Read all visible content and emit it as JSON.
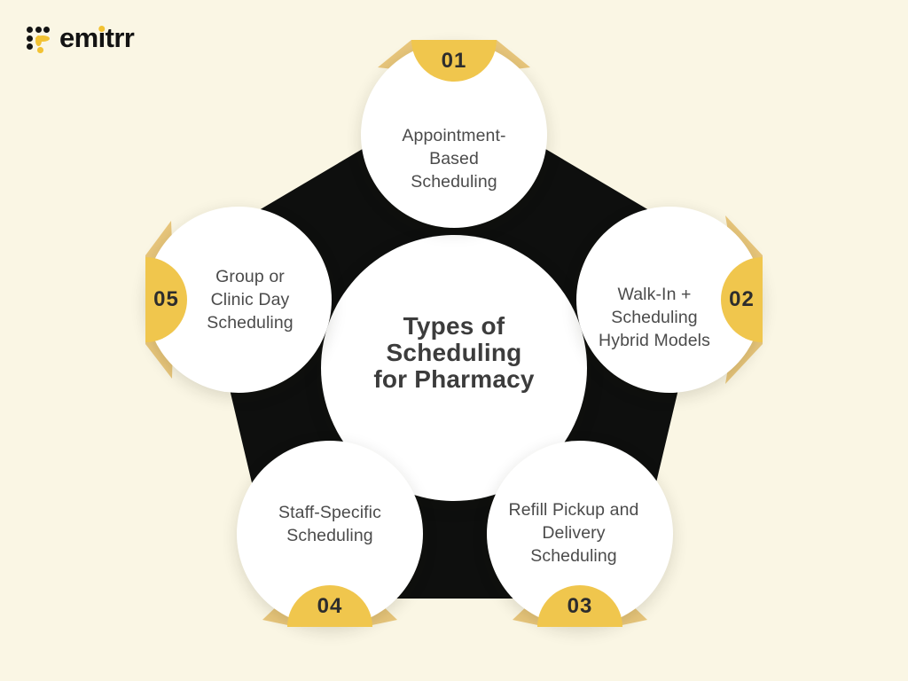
{
  "logo": {
    "brand": "emitrr",
    "pre": "em",
    "i_letter": "i",
    "post": "trr"
  },
  "center": {
    "title": "Types of Scheduling for Pharmacy",
    "title_lines": [
      "Types of",
      "Scheduling",
      "for Pharmacy"
    ]
  },
  "items": [
    {
      "number": "01",
      "position": "top",
      "label": "Appointment-Based Scheduling",
      "lines": [
        "Appointment-",
        "Based",
        "Scheduling"
      ]
    },
    {
      "number": "02",
      "position": "right",
      "label": "Walk-In + Scheduling Hybrid Models",
      "lines": [
        "Walk-In +",
        "Scheduling",
        "Hybrid Models"
      ]
    },
    {
      "number": "03",
      "position": "bottom-right",
      "label": "Refill Pickup and Delivery Scheduling",
      "lines": [
        "Refill Pickup and",
        "Delivery",
        "Scheduling"
      ]
    },
    {
      "number": "04",
      "position": "bottom-left",
      "label": "Staff-Specific Scheduling",
      "lines": [
        "Staff-Specific",
        "Scheduling"
      ]
    },
    {
      "number": "05",
      "position": "left",
      "label": "Group or Clinic Day Scheduling",
      "lines": [
        "Group or",
        "Clinic Day",
        "Scheduling"
      ]
    }
  ],
  "colors": {
    "background": "#FAF6E4",
    "pentagon": "#0E0F0E",
    "accent_yellow": "#F0C64D",
    "ribbon_fold": "#E8C67B",
    "circle_white": "#FFFFFF",
    "title_text": "#3C3C3C",
    "label_text": "#4B4B4B",
    "number_text": "#2D2D2D",
    "logo_text": "#131313",
    "logo_accent": "#F2C233"
  }
}
